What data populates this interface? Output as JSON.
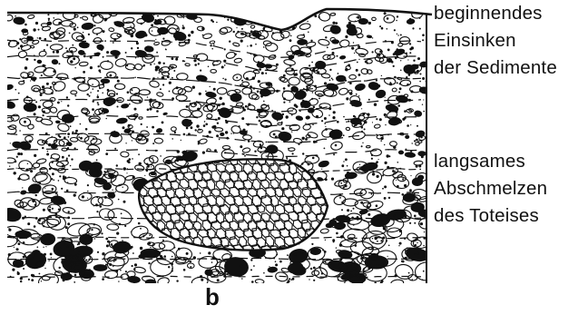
{
  "labels": {
    "sinking": [
      "beginnendes",
      "Einsinken",
      "der Sedimente"
    ],
    "melting": [
      "langsames",
      "Abschmelzen",
      "des Toteises"
    ]
  },
  "panel_letter": "b",
  "colors": {
    "ink": "#111111",
    "paper": "#ffffff"
  }
}
